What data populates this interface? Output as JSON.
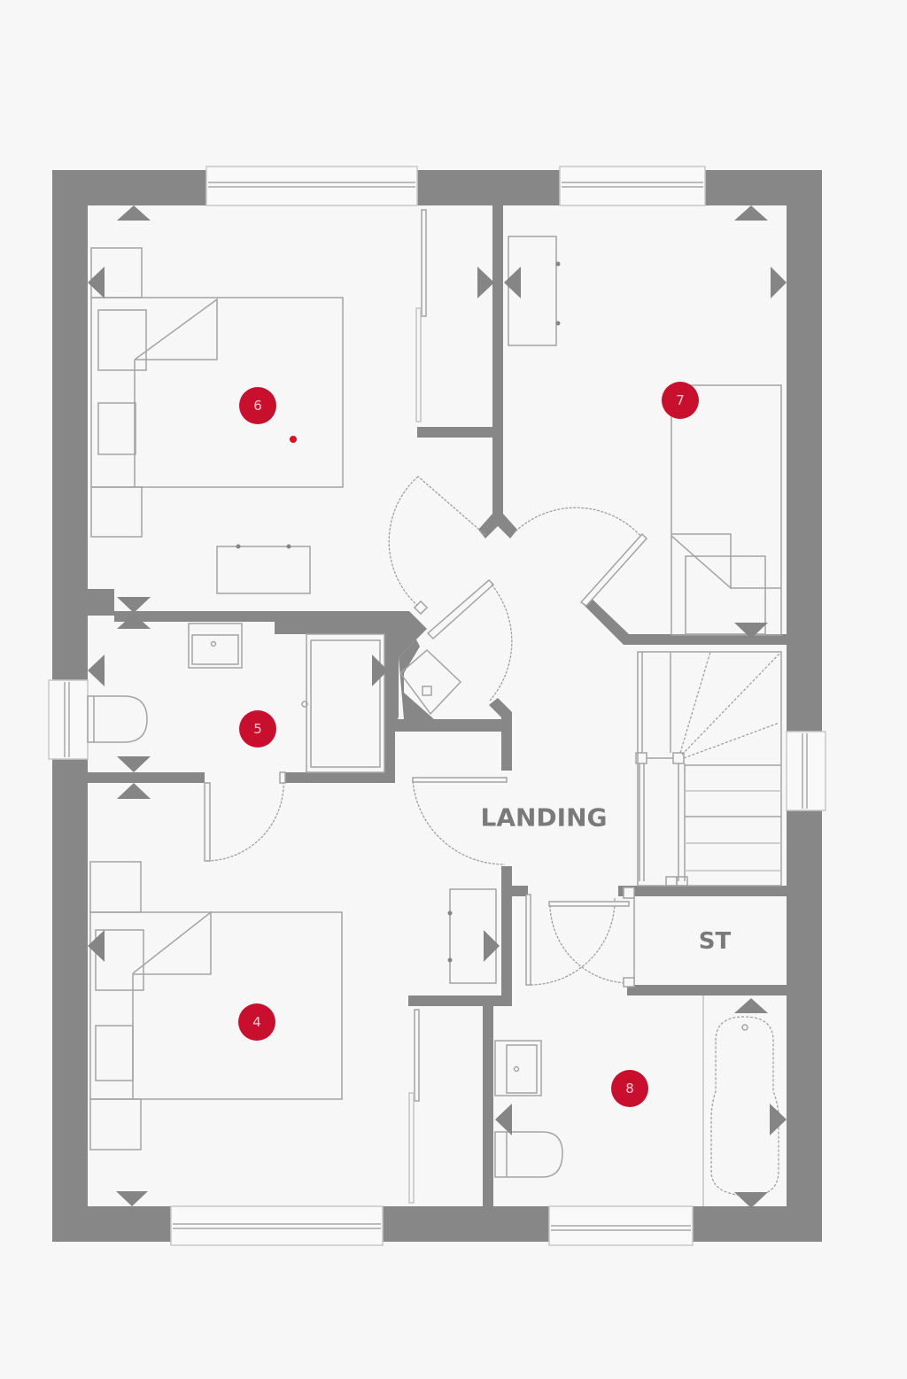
{
  "plan": {
    "type": "floor-plan",
    "floor": "first-floor",
    "colors": {
      "background": "#f7f7f7",
      "wall": "#868786",
      "fixture_line": "#a4a4a4",
      "badge": "#c8102e",
      "badge_text": "#f4c9cf",
      "label_text": "#7a7a7a",
      "marker_dot": "#e0101e"
    },
    "rooms": [
      {
        "id": "bedroom-6",
        "badge": "6",
        "kind": "bedroom",
        "furniture": [
          "double-bed",
          "bedside-table",
          "bedside-table",
          "dresser",
          "built-in-wardrobe"
        ]
      },
      {
        "id": "bedroom-7",
        "badge": "7",
        "kind": "bedroom",
        "furniture": [
          "single-bed",
          "desk"
        ]
      },
      {
        "id": "ensuite-5",
        "badge": "5",
        "kind": "en-suite",
        "furniture": [
          "wc",
          "basin",
          "shower"
        ]
      },
      {
        "id": "bedroom-4",
        "badge": "4",
        "kind": "bedroom",
        "furniture": [
          "double-bed",
          "bedside-table",
          "bedside-table",
          "desk",
          "built-in-wardrobe"
        ]
      },
      {
        "id": "bathroom-8",
        "badge": "8",
        "kind": "bathroom",
        "furniture": [
          "wc",
          "basin",
          "bath"
        ]
      }
    ],
    "labels": {
      "landing": "LANDING",
      "storage": "ST"
    },
    "badges": {
      "b6": "6",
      "b7": "7",
      "b5": "5",
      "b4": "4",
      "b8": "8"
    },
    "icons": {
      "dimension_arrow": "triangle-arrow-icon",
      "location_marker": "red-dot-icon"
    }
  }
}
